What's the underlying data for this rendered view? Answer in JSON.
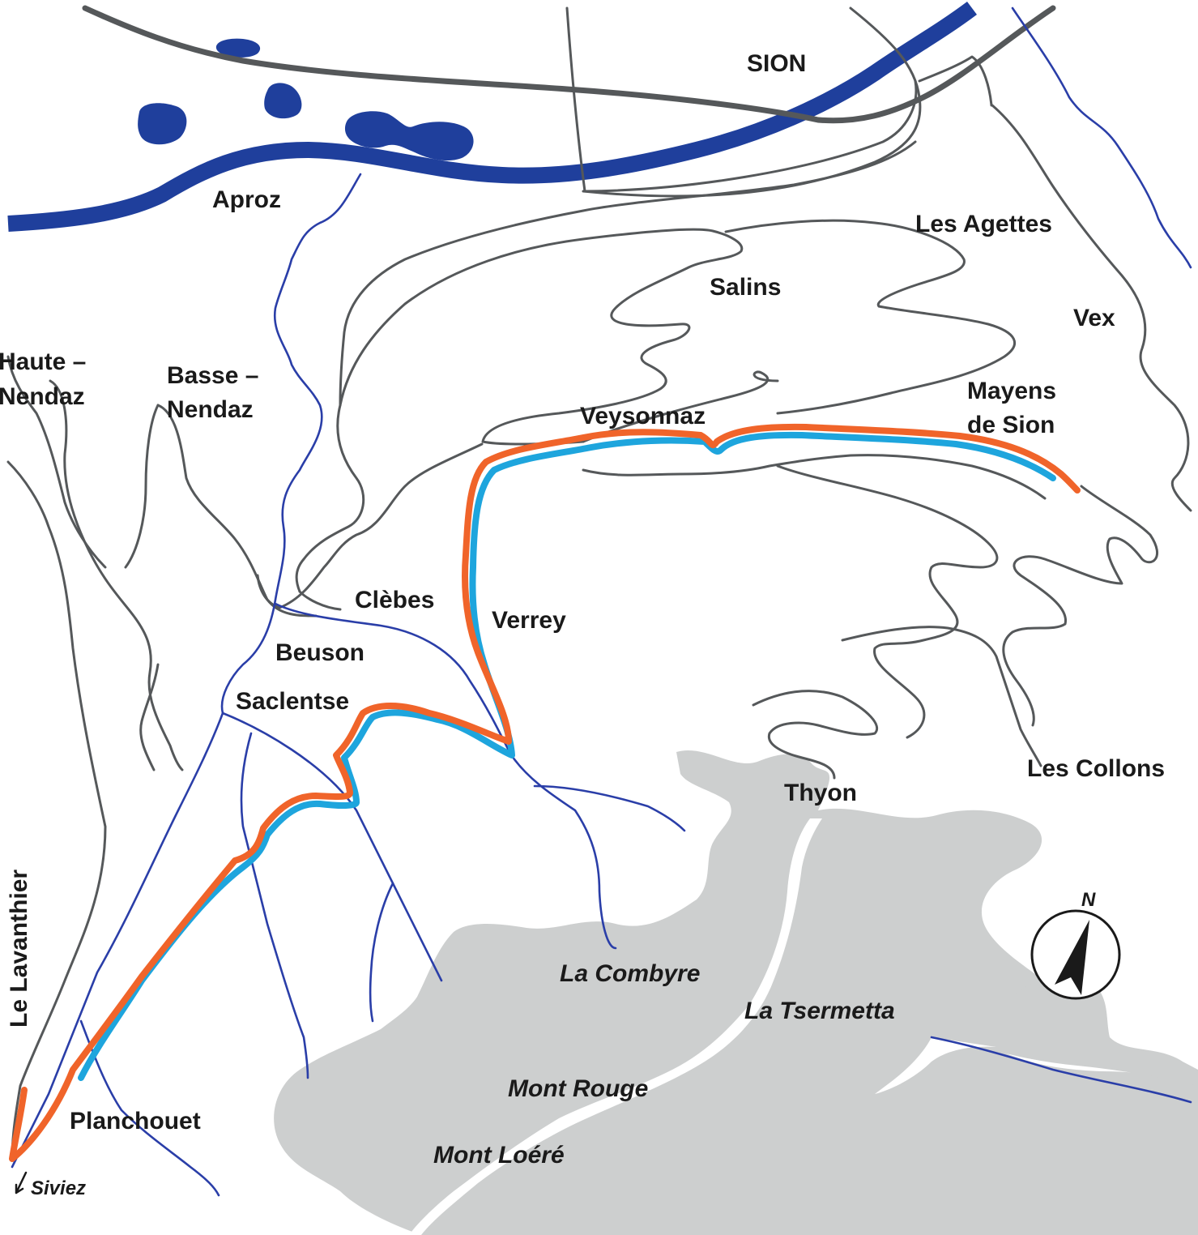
{
  "places": {
    "sion": "SION",
    "aproz": "Aproz",
    "les_agettes": "Les Agettes",
    "salins": "Salins",
    "vex": "Vex",
    "haute_nendaz_1": "Haute –",
    "haute_nendaz_2": "Nendaz",
    "basse_nendaz_1": "Basse –",
    "basse_nendaz_2": "Nendaz",
    "veysonnaz": "Veysonnaz",
    "mayens_1": "Mayens",
    "mayens_2": "de Sion",
    "clebes": "Clèbes",
    "verrey": "Verrey",
    "beuson": "Beuson",
    "saclentse": "Saclentse",
    "thyon": "Thyon",
    "les_collons": "Les Collons",
    "le_lavanthier": "Le Lavanthier",
    "planchouet": "Planchouet",
    "siviez": "Siviez"
  },
  "peaks": {
    "la_combyre": "La Combyre",
    "la_tsermetta": "La Tsermetta",
    "mont_rouge": "Mont Rouge",
    "mont_loere": "Mont Loéré"
  },
  "compass": {
    "north": "N"
  },
  "colors": {
    "river": "#1f3f9c",
    "stream": "#2a3ea8",
    "road": "#55585a",
    "mountain": "#cdcfcf",
    "trail_orange": "#f0642a",
    "trail_cyan": "#1ea5dd"
  }
}
